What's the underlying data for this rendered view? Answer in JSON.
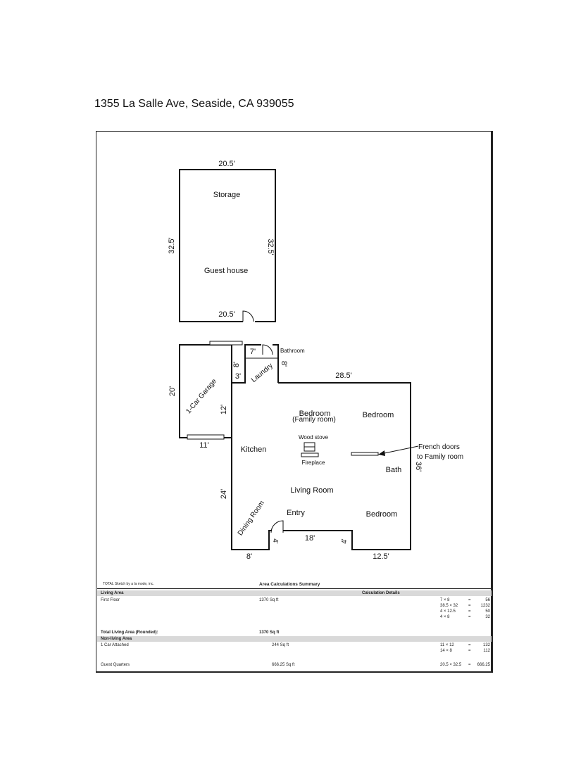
{
  "address": "1355 La Salle Ave, Seaside, CA  939055",
  "plan": {
    "rooms": {
      "storage": "Storage",
      "guest_house": "Guest house",
      "bathroom": "Bathroom",
      "laundry": "Laundry",
      "garage": "1-Car Garage",
      "bedroom_family": "Bedroom",
      "family_room": "(Family room)",
      "bedroom_ne": "Bedroom",
      "wood_stove": "Wood stove",
      "fireplace": "Fireplace",
      "kitchen": "Kitchen",
      "bath": "Bath",
      "living_room": "Living Room",
      "dining_room": "Dining Room",
      "entry": "Entry",
      "bedroom_se": "Bedroom"
    },
    "callout": {
      "line1": "French doors",
      "line2": "to Family room"
    },
    "dimensions": {
      "guest_top": "20.5'",
      "guest_left": "32.5'",
      "guest_right": "32.5'",
      "guest_bottom": "20.5'",
      "bath_7": "7'",
      "dim_8_left": "8'",
      "dim_8_right": "8'",
      "dim_3": "3'",
      "house_top": "28.5'",
      "garage_left": "20'",
      "garage_right": "12'",
      "garage_bottom": "11'",
      "house_right": "36'",
      "west_24": "24'",
      "step_4_left": "4'",
      "front_18": "18'",
      "step_4_right": "4'",
      "bottom_8": "8'",
      "bottom_12_5": "12.5'"
    }
  },
  "sketch_credit": "TOTAL Sketch by a la mode, inc.",
  "area_summary": {
    "title": "Area Calculations Summary",
    "living_header": "Living Area",
    "details_header": "Calculation Details",
    "first_floor": {
      "label": "First Floor",
      "area": "1370 Sq ft",
      "calcs": [
        {
          "expr": "7 × 8",
          "eq": "=",
          "val": "56"
        },
        {
          "expr": "38.5 × 32",
          "eq": "=",
          "val": "1232"
        },
        {
          "expr": "4 × 12.5",
          "eq": "=",
          "val": "50"
        },
        {
          "expr": "4 × 8",
          "eq": "=",
          "val": "32"
        }
      ]
    },
    "total_label": "Total Living Area (Rounded):",
    "total_value": "1370 Sq ft",
    "nonliving_header": "Non-living Area",
    "garage": {
      "label": "1 Car Attached",
      "area": "244 Sq ft",
      "calcs": [
        {
          "expr": "11 × 12",
          "eq": "=",
          "val": "132"
        },
        {
          "expr": "14 × 8",
          "eq": "=",
          "val": "112"
        }
      ]
    },
    "guest": {
      "label": "Guest Quarters",
      "area": "666.25 Sq ft",
      "calc": {
        "expr": "20.5 × 32.5",
        "eq": "=",
        "val": "666.25"
      }
    }
  }
}
